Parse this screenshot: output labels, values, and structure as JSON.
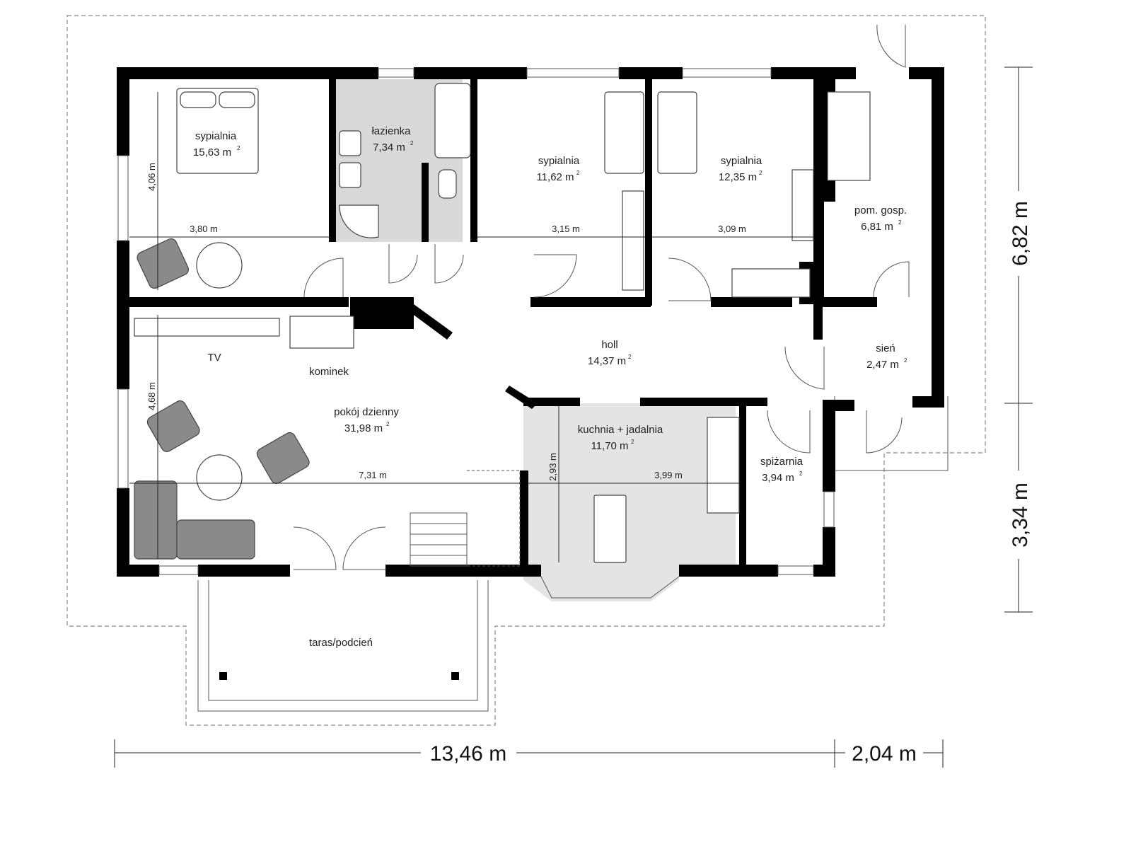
{
  "rooms": {
    "bedroom1": {
      "name": "sypialnia",
      "area": "15,63 m"
    },
    "bathroom": {
      "name": "łazienka",
      "area": "7,34 m"
    },
    "bedroom2": {
      "name": "sypialnia",
      "area": "11,62 m"
    },
    "bedroom3": {
      "name": "sypialnia",
      "area": "12,35 m"
    },
    "utility": {
      "name": "pom. gosp.",
      "area": "6,81 m"
    },
    "hall": {
      "name": "holl",
      "area": "14,37 m"
    },
    "vestibule": {
      "name": "sień",
      "area": "2,47 m"
    },
    "living": {
      "name": "pokój dzienny",
      "area": "31,98 m"
    },
    "kitchen": {
      "name": "kuchnia + jadalnia",
      "area": "11,70 m"
    },
    "pantry": {
      "name": "spiżarnia",
      "area": "3,94 m"
    }
  },
  "area_superscript": "2",
  "labels": {
    "tv": "TV",
    "fireplace": "kominek",
    "terrace": "taras/podcień"
  },
  "dimensions": {
    "bed1_height": "4,06 m",
    "bed1_width": "3,80 m",
    "bed2_width": "3,15 m",
    "bed3_width": "3,09 m",
    "living_height": "4,68 m",
    "living_width": "7,31 m",
    "kitchen_height": "2,93 m",
    "kitchen_width": "3,99 m"
  },
  "overall": {
    "width_main": "13,46 m",
    "width_extra": "2,04 m",
    "height_upper": "6,82 m",
    "height_lower": "3,34 m"
  },
  "colors": {
    "wall": "#000000",
    "wet_room": "#d9d9d9",
    "kitchen_floor": "#e4e4e4",
    "furniture_dark": "#8a8a8a"
  }
}
